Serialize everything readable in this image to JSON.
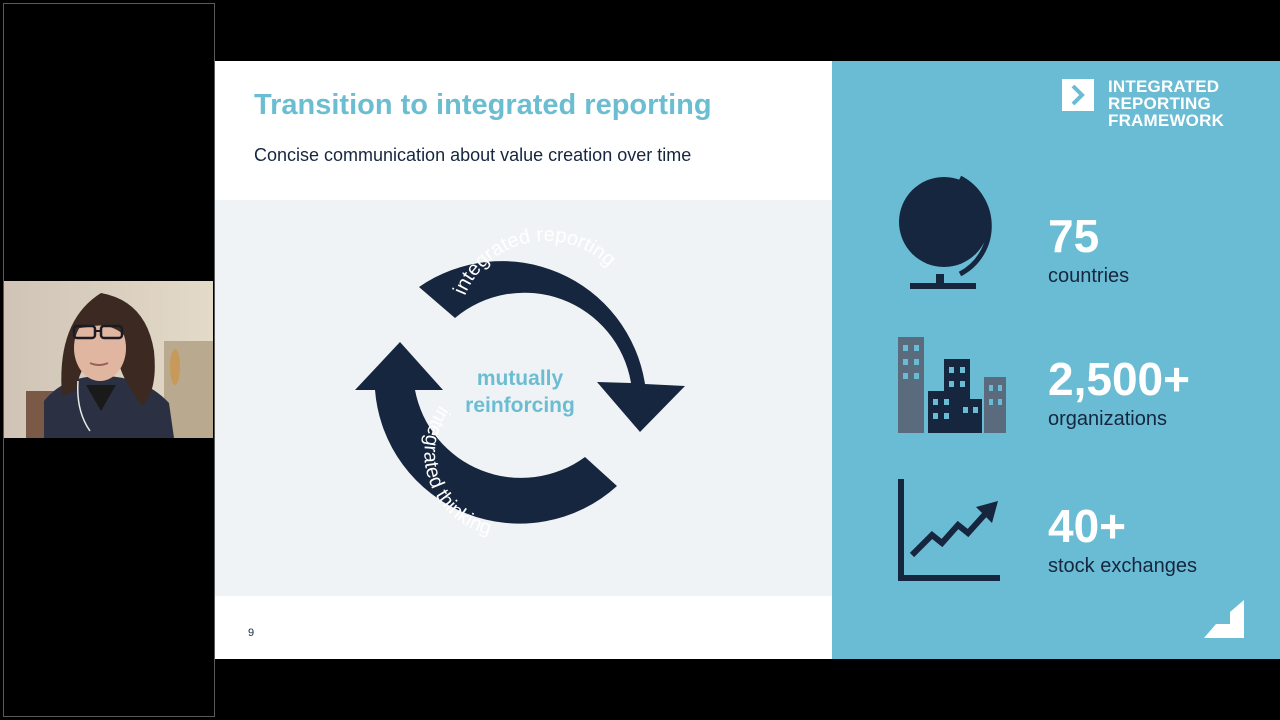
{
  "slide": {
    "title": "Transition to integrated reporting",
    "subtitle": "Concise communication about value creation over time",
    "page_number": "9"
  },
  "diagram": {
    "top_arc_label": "integrated reporting",
    "bottom_arc_label": "integrated thinking",
    "center_line1": "mutually",
    "center_line2": "reinforcing"
  },
  "logo": {
    "line1": "INTEGRATED",
    "line2": "REPORTING",
    "line3": "FRAMEWORK"
  },
  "stats": [
    {
      "icon": "globe-icon",
      "value": "75",
      "label": "countries"
    },
    {
      "icon": "buildings-icon",
      "value": "2,500+",
      "label": "organizations"
    },
    {
      "icon": "growth-chart-icon",
      "value": "40+",
      "label": "stock exchanges"
    }
  ],
  "colors": {
    "accent": "#6bbdd1",
    "navy": "#16263f",
    "panel_blue": "#69bcd3",
    "diagram_bg": "#f0f3f5"
  }
}
